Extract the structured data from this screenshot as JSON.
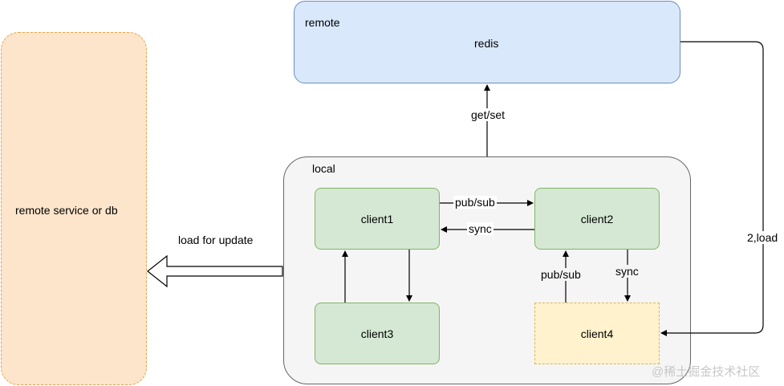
{
  "nodes": {
    "remote_db": {
      "label": "remote service  or db"
    },
    "redis": {
      "group_label": "remote",
      "label": "redis"
    },
    "local": {
      "group_label": "local"
    },
    "client1": {
      "label": "client1"
    },
    "client2": {
      "label": "client2"
    },
    "client3": {
      "label": "client3"
    },
    "client4": {
      "label": "client4"
    }
  },
  "edges": {
    "load_for_update": "load for update",
    "get_set": "get/set",
    "pub_sub_1_2": "pub/sub",
    "sync_2_1": "sync",
    "pub_sub_4_2": "pub/sub",
    "sync_2_4": "sync",
    "load_redis_4": "2,load"
  },
  "watermark": "@稀土掘金技术社区",
  "colors": {
    "remote_db_fill": "#fde5cc",
    "redis_fill": "#dae8fc",
    "local_fill": "#f5f5f5",
    "client_fill": "#d5e8d4",
    "client4_fill": "#fff2cc"
  }
}
